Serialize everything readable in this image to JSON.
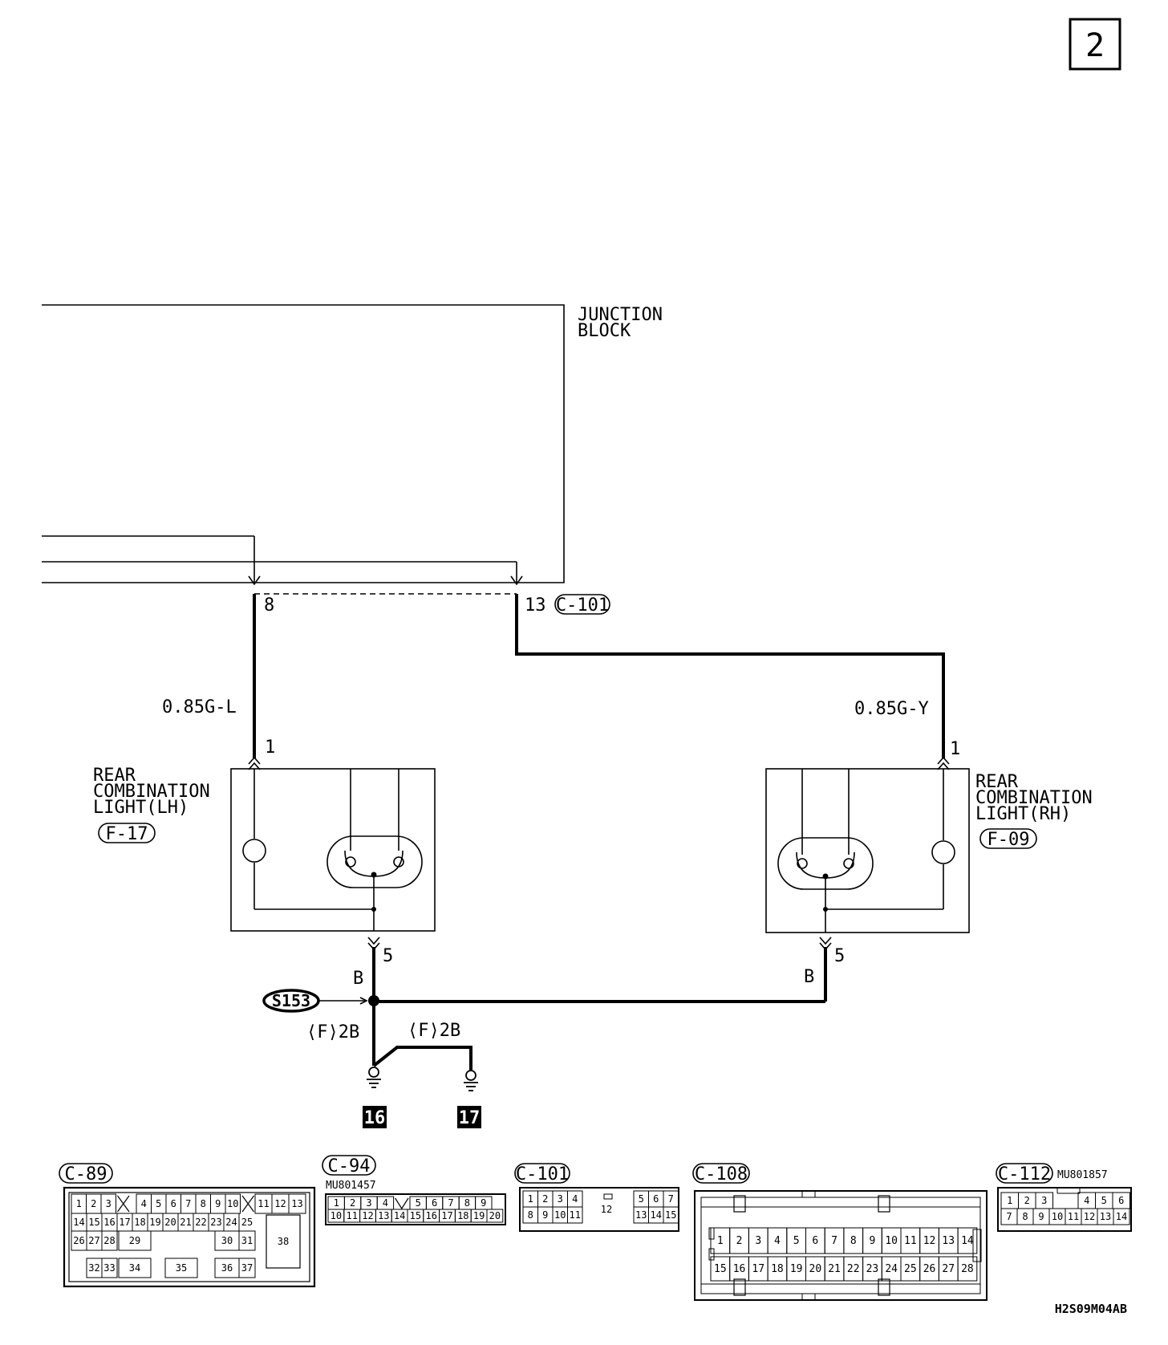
{
  "page_number": "2",
  "junction_block": {
    "line1": "JUNCTION",
    "line2": "BLOCK",
    "connector": "C-101",
    "pin_left": "8",
    "pin_right": "13"
  },
  "wires": {
    "left": "0.85G-L",
    "right": "0.85G-Y",
    "ground_left": "B",
    "ground_right": "B",
    "ground_branch_1": "⟨F⟩2B",
    "ground_branch_2": "⟨F⟩2B"
  },
  "left_light": {
    "line1": "REAR",
    "line2": "COMBINATION",
    "line3": "LIGHT(LH)",
    "connector": "F-17",
    "pin_top": "1",
    "pin_bottom": "5"
  },
  "right_light": {
    "line1": "REAR",
    "line2": "COMBINATION",
    "line3": "LIGHT(RH)",
    "connector": "F-09",
    "pin_top": "1",
    "pin_bottom": "5"
  },
  "splice": "S153",
  "grounds": [
    "16",
    "17"
  ],
  "connectors": {
    "c89": {
      "label": "C-89",
      "pins": [
        "1",
        "2",
        "3",
        "4",
        "5",
        "6",
        "7",
        "8",
        "9",
        "10",
        "11",
        "12",
        "13",
        "14",
        "15",
        "16",
        "17",
        "18",
        "19",
        "20",
        "21",
        "22",
        "23",
        "24",
        "25",
        "26",
        "27",
        "28",
        "29",
        "30",
        "31",
        "32",
        "33",
        "34",
        "35",
        "36",
        "37",
        "38"
      ]
    },
    "c94": {
      "label": "C-94",
      "part": "MU801457",
      "pins": [
        "1",
        "2",
        "3",
        "4",
        "5",
        "6",
        "7",
        "8",
        "9",
        "10",
        "11",
        "12",
        "13",
        "14",
        "15",
        "16",
        "17",
        "18",
        "19",
        "20"
      ]
    },
    "c101": {
      "label": "C-101",
      "pins": [
        "1",
        "2",
        "3",
        "4",
        "5",
        "6",
        "7",
        "8",
        "9",
        "10",
        "11",
        "12",
        "13",
        "14",
        "15"
      ]
    },
    "c108": {
      "label": "C-108",
      "pins": [
        "1",
        "2",
        "3",
        "4",
        "5",
        "6",
        "7",
        "8",
        "9",
        "10",
        "11",
        "12",
        "13",
        "14",
        "15",
        "16",
        "17",
        "18",
        "19",
        "20",
        "21",
        "22",
        "23",
        "24",
        "25",
        "26",
        "27",
        "28"
      ]
    },
    "c112": {
      "label": "C-112",
      "part": "MU801857",
      "pins": [
        "1",
        "2",
        "3",
        "4",
        "5",
        "6",
        "7",
        "8",
        "9",
        "10",
        "11",
        "12",
        "13",
        "14"
      ]
    }
  },
  "figure_code": "H2S09M04AB"
}
